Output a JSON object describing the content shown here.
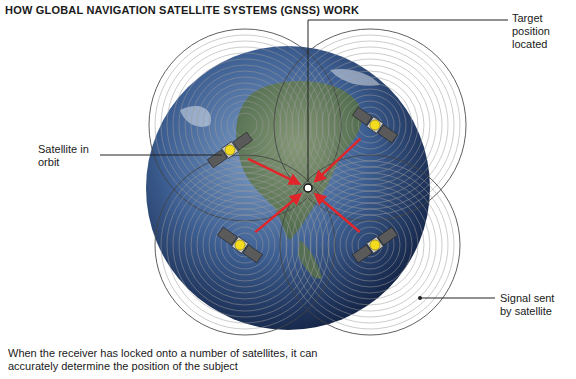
{
  "diagram": {
    "title": "HOW GLOBAL NAVIGATION SATELLITE SYSTEMS (GNSS) WORK",
    "caption": "When the receiver has locked onto a number of satellites, it can accurately determine the position of the subject",
    "labels": [
      "Target position located",
      "Satellite in orbit",
      "Signal sent by satellite"
    ]
  }
}
